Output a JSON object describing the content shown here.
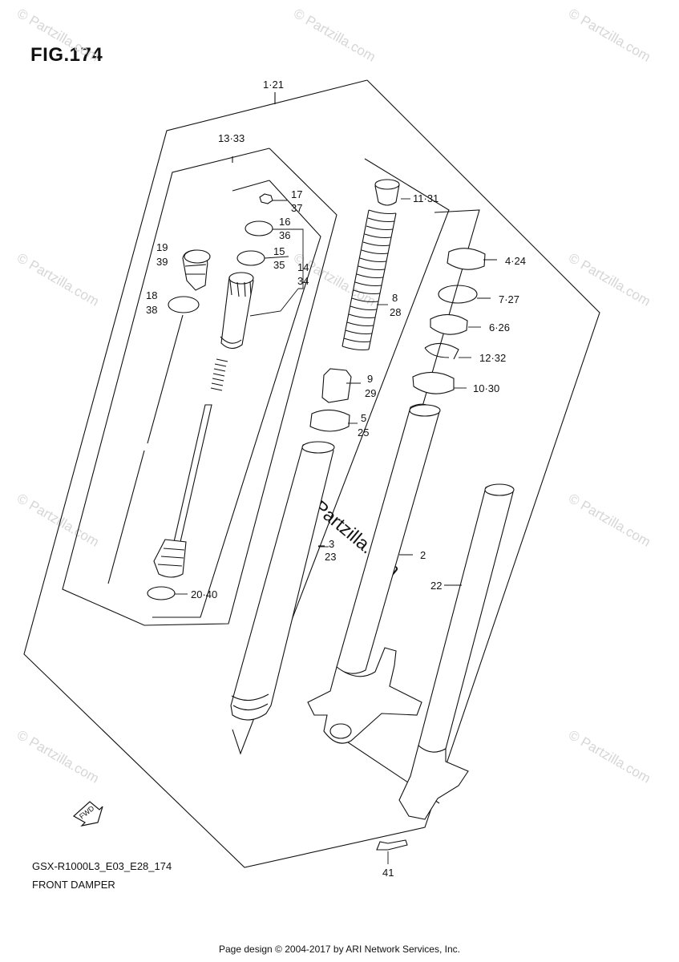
{
  "figure": {
    "title": "FIG.174",
    "model_code": "GSX-R1000L3_E03_E28_174",
    "section_name": "FRONT DAMPER",
    "footer": "Page design © 2004-2017 by ARI Network Services, Inc.",
    "fwd_label": "FWD"
  },
  "watermark": {
    "text": "© Partzilla.com",
    "color": "#d6d6d6"
  },
  "callouts": {
    "c1_21": "1·21",
    "c13_33": "13·33",
    "c17": "17",
    "c37": "37",
    "c16": "16",
    "c36": "36",
    "c15": "15",
    "c35": "35",
    "c14": "14",
    "c34": "34",
    "c19": "19",
    "c39": "39",
    "c18": "18",
    "c38": "38",
    "c20_40": "20·40",
    "c11_31": "11·31",
    "c8": "8",
    "c28": "28",
    "c9": "9",
    "c29": "29",
    "c5": "5",
    "c25": "25",
    "c3": "3",
    "c23": "23",
    "c2": "2",
    "c4_24": "4·24",
    "c7_27": "7·27",
    "c6_26": "6·26",
    "c12_32": "12·32",
    "c10_30": "10·30",
    "c22": "22",
    "c41": "41"
  }
}
